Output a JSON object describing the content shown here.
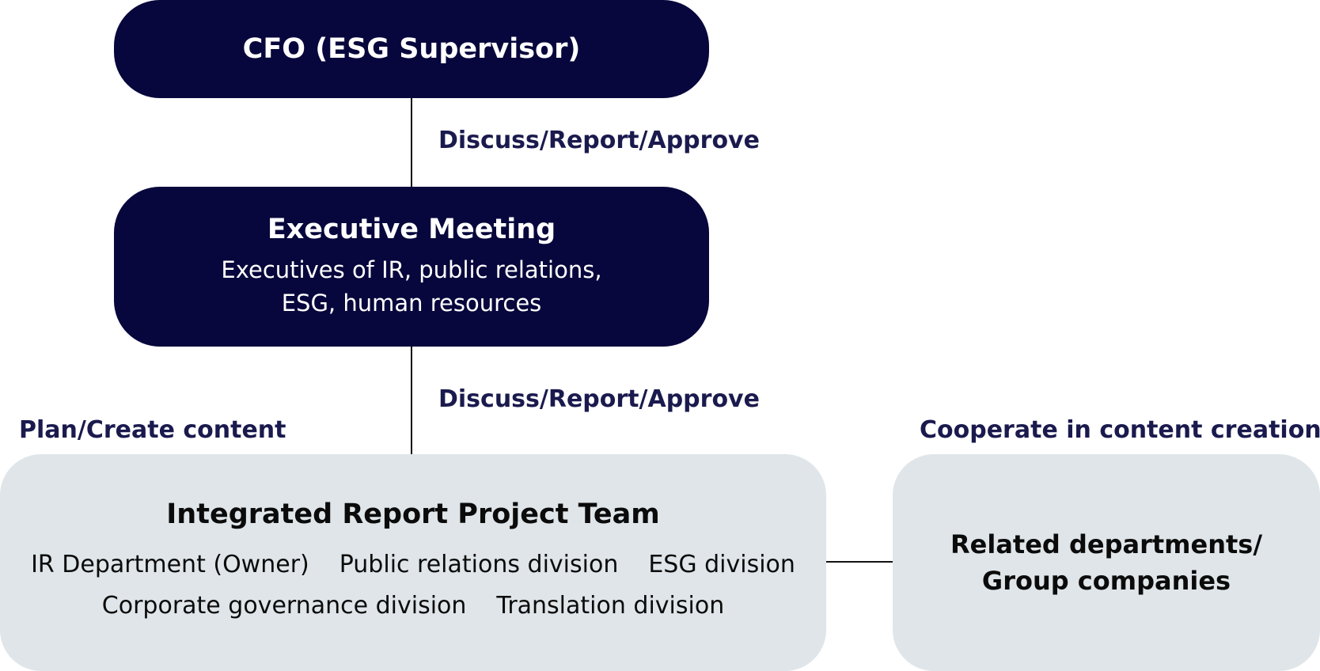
{
  "nodes": {
    "cfo": {
      "title": "CFO (ESG Supervisor)"
    },
    "executive_meeting": {
      "title": "Executive Meeting",
      "lines": [
        "Executives of IR, public relations,",
        "ESG, human resources"
      ]
    },
    "project_team": {
      "title": "Integrated Report Project Team",
      "members_row1": [
        "IR Department (Owner)",
        "Public relations division",
        "ESG division"
      ],
      "members_row2": [
        "Corporate governance division",
        "Translation division"
      ]
    },
    "related": {
      "lines": [
        "Related departments/",
        "Group companies"
      ]
    }
  },
  "edges": {
    "cfo_exec_label": "Discuss/Report/Approve",
    "exec_team_label": "Discuss/Report/Approve",
    "team_caption": "Plan/Create content",
    "related_caption": "Cooperate in content creation"
  },
  "colors": {
    "dark_box": "#07073d",
    "light_box": "#dfe5e8",
    "label_text": "#1a1a4e"
  }
}
